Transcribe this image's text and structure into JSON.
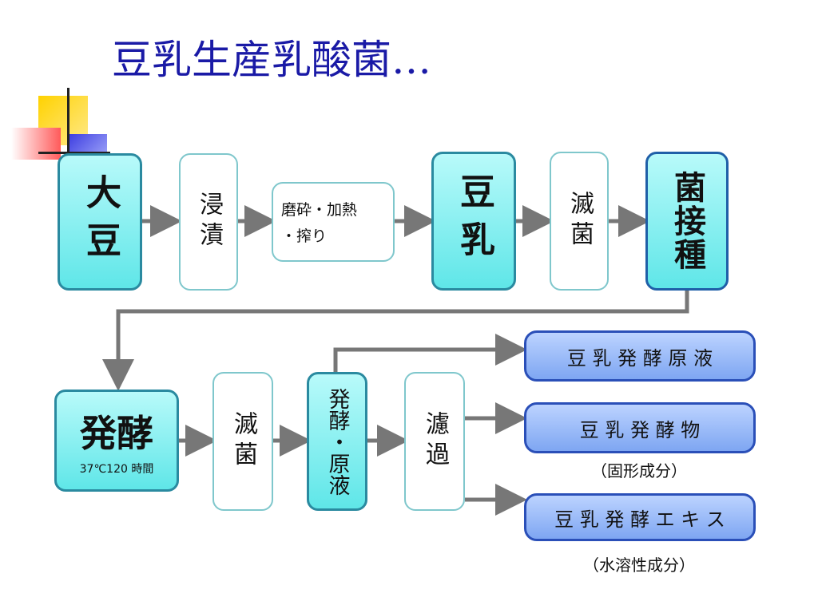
{
  "title": "豆乳生産乳酸菌…",
  "row1": {
    "soybean": "大豆",
    "soak": "浸漬",
    "grind_line1": "磨砕・加熱",
    "grind_line2": "・搾り",
    "soymilk": "豆乳",
    "sterilize": "滅菌",
    "inoculate": "菌接種"
  },
  "row2": {
    "ferment": "発酵",
    "ferment_cond": "37℃120 時間",
    "sterilize": "滅菌",
    "raw_liquid": "発酵・原液",
    "filter": "濾過"
  },
  "outputs": {
    "raw": "豆 乳 発 酵 原 液",
    "product": "豆 乳 発 酵 物",
    "product_note": "（固形成分）",
    "extract": "豆 乳 発 酵 エ キ ス",
    "extract_note": "（水溶性成分）"
  },
  "colors": {
    "title": "#1a1aa6",
    "cyan_box": "#5fe6e8",
    "blue_box": "#7ea6f2",
    "arrow": "#777777"
  }
}
